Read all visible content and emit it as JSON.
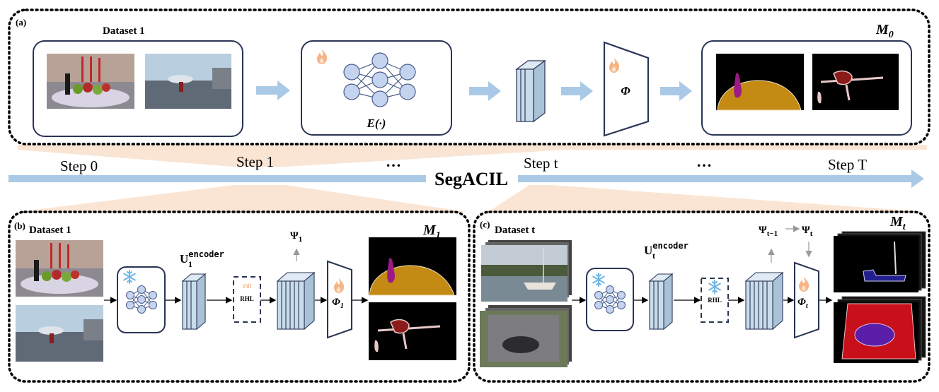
{
  "panel_a": {
    "label": "(a)",
    "dataset": "Dataset 1",
    "encoder": "E(·)",
    "head": "Φ",
    "model": "M",
    "model_sub": "0"
  },
  "timeline": {
    "title": "SegACIL",
    "step0": "Step 0",
    "step1": "Step 1",
    "stept": "Step t",
    "stepT": "Step T",
    "ellipsis1": "…",
    "ellipsis2": "…"
  },
  "panel_b": {
    "label": "(b)",
    "dataset": "Dataset 1",
    "encoder_label": "U",
    "encoder_sub": "1",
    "encoder_sup": "encoder",
    "rhl_init": "init",
    "rhl": "RHL",
    "psi": "Ψ",
    "psi_sub": "1",
    "head": "Φ",
    "head_sub": "1",
    "model": "M",
    "model_sub": "1"
  },
  "panel_c": {
    "label": "(c)",
    "dataset": "Dataset t",
    "encoder_label": "U",
    "encoder_sub": "t",
    "encoder_sup": "encoder",
    "rhl": "RHL",
    "psi_prev": "Ψ",
    "psi_prev_sub": "t−1",
    "psi_t": "Ψ",
    "psi_t_sub": "t",
    "head": "Φ",
    "head_sub": "t",
    "model": "M",
    "model_sub": "t"
  },
  "colors": {
    "arrow_blue": "#a9c9e6",
    "cube_blue": "#c9dcec",
    "node_fill": "#c5d4ee",
    "node_stroke": "#4a5e8c",
    "flame": "#f3a56c",
    "snow": "#6fb6e3",
    "peach": "#f8dcc6",
    "mask_orange": "#c38a14",
    "mask_purple": "#9b1a86",
    "mask_red": "#8b1a1a",
    "mask_navy": "#22208f",
    "mask_red_bright": "#c8101a"
  }
}
